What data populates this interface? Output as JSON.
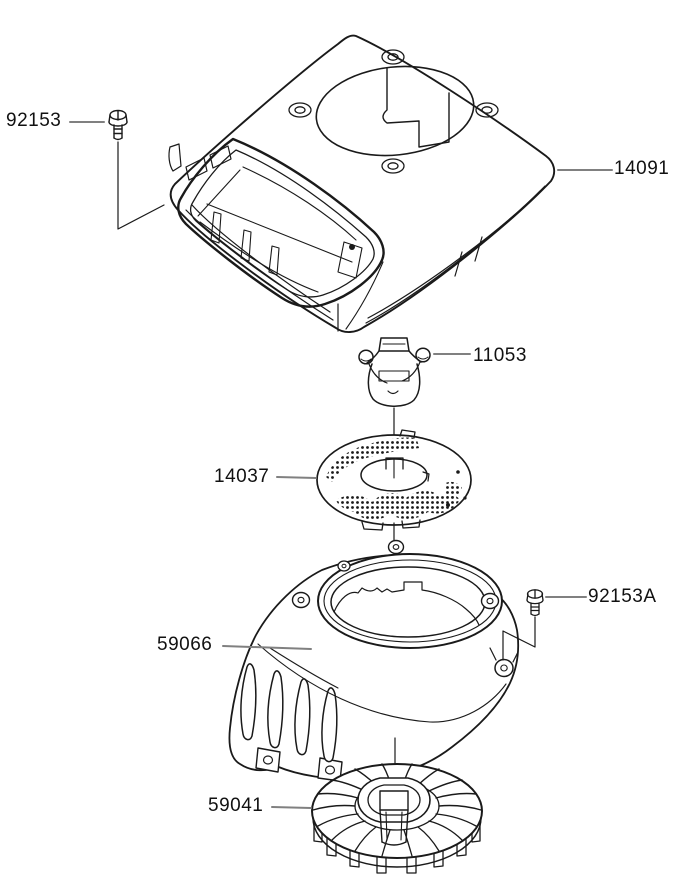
{
  "diagram": {
    "kind": "exploded-parts-diagram",
    "background_color": "#ffffff",
    "line_color": "#1a1a1a",
    "leader_color": "#808080",
    "labels": {
      "bolt_top": "92153",
      "cover": "14091",
      "coupling": "11053",
      "screen": "14037",
      "housing": "59066",
      "bolt_side": "92153A",
      "fan": "59041"
    }
  }
}
